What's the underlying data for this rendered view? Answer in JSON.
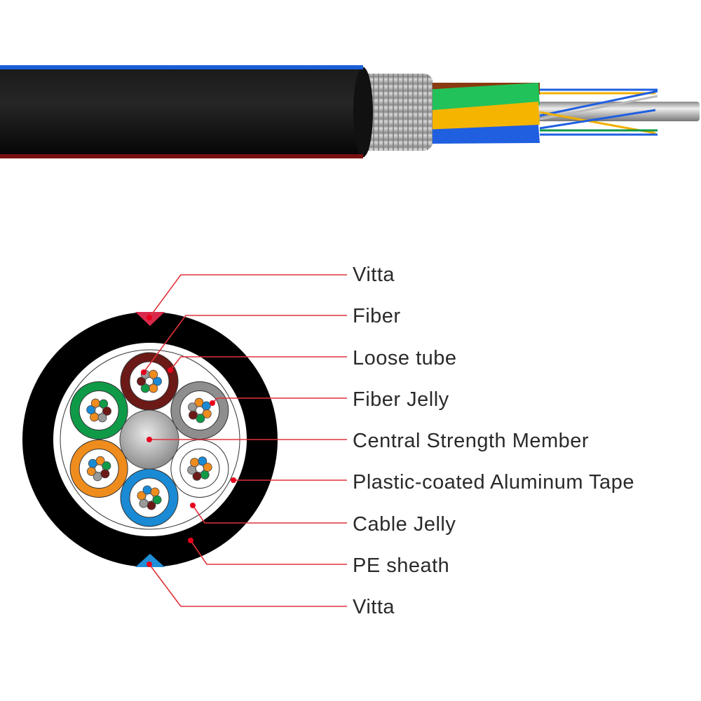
{
  "labels": [
    {
      "id": "vitta-top",
      "text": "Vitta"
    },
    {
      "id": "fiber",
      "text": "Fiber"
    },
    {
      "id": "loose-tube",
      "text": "Loose tube"
    },
    {
      "id": "fiber-jelly",
      "text": "Fiber Jelly"
    },
    {
      "id": "central-strength-member",
      "text": "Central Strength Member"
    },
    {
      "id": "aluminum-tape",
      "text": "Plastic-coated Aluminum Tape"
    },
    {
      "id": "cable-jelly",
      "text": "Cable Jelly"
    },
    {
      "id": "pe-sheath",
      "text": "PE sheath"
    },
    {
      "id": "vitta-bottom",
      "text": "Vitta"
    }
  ],
  "colors": {
    "sheath": "#000000",
    "vitta_top": "#d9294a",
    "vitta_bottom": "#1f8fd8",
    "leader": "#e0333a",
    "tube_colors": [
      "#6b1a17",
      "#8e8e8e",
      "#ffffff",
      "#1a8ad4",
      "#ef8c1e",
      "#0f9a48"
    ],
    "fiber_colors": [
      "#1a8ad4",
      "#ef8c1e",
      "#0f9a48",
      "#6b1a17",
      "#9a9a9a",
      "#ef8c1e"
    ]
  }
}
